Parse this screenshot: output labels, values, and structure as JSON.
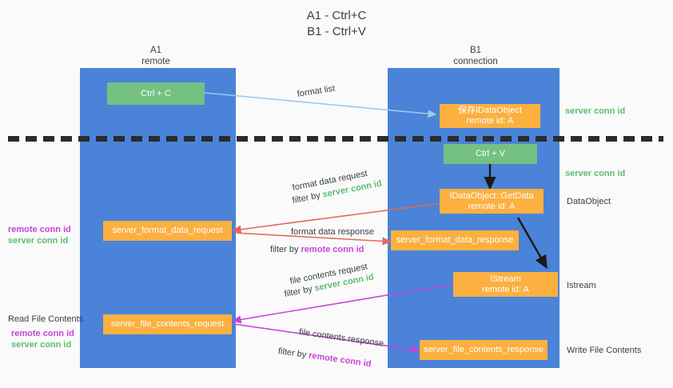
{
  "title": "A1 - Ctrl+C\nB1 - Ctrl+V",
  "colors": {
    "lane": "#4a83d8",
    "green_node": "#74c183",
    "orange_node": "#fbb040",
    "server_conn_id": "#5bbd6e",
    "remote_conn_id": "#c545d6",
    "arrow_blue": "#9ec7ee",
    "arrow_red": "#e8655a",
    "arrow_magenta": "#c545d6",
    "arrow_black": "#1a1a1a",
    "separator": "#2b2b2b",
    "background": "#fafafa"
  },
  "columns": [
    {
      "title": "A1\nremote"
    },
    {
      "title": "B1\nconnection"
    }
  ],
  "nodes": {
    "ctrl_c": "Ctrl + C",
    "ctrl_v": "Ctrl + V",
    "save_idataobject": "保存IDataObject\nremote id: A",
    "idataobject_getdata": "IDataObject::GetData\nremote id: A",
    "istream": "IStream\nremote id: A",
    "server_format_data_request": "server_format_data_request",
    "server_format_data_response": "server_format_data_response",
    "server_file_contents_request": "server_file_contents_request",
    "server_file_contents_response": "server_file_contents_response"
  },
  "edge_labels": {
    "format_list": "format list",
    "format_data_request": "format data request",
    "format_data_request_filter_prefix": "filter by ",
    "format_data_request_filter_value": "server conn id",
    "format_data_response": "format data response",
    "format_data_response_filter_prefix": "filter by ",
    "format_data_response_filter_value": "remote conn id",
    "file_contents_request": "file contents request",
    "file_contents_request_filter_prefix": "filter by ",
    "file_contents_request_filter_value": "server conn id",
    "file_contents_response": "file contents response",
    "file_contents_response_filter_prefix": "filter by ",
    "file_contents_response_filter_value": "remote conn id"
  },
  "right_labels": {
    "server_conn_id_top": "server conn id",
    "server_conn_id_mid": "server conn id",
    "dataobject": "DataObject",
    "istream": "Istream",
    "write_file_contents": "Write File Contents"
  },
  "left_labels": {
    "remote_conn_id_upper": "remote conn id",
    "server_conn_id_upper": "server conn id",
    "read_file_contents": "Read File Contents",
    "remote_conn_id_lower": "remote conn id",
    "server_conn_id_lower": "server conn id"
  }
}
